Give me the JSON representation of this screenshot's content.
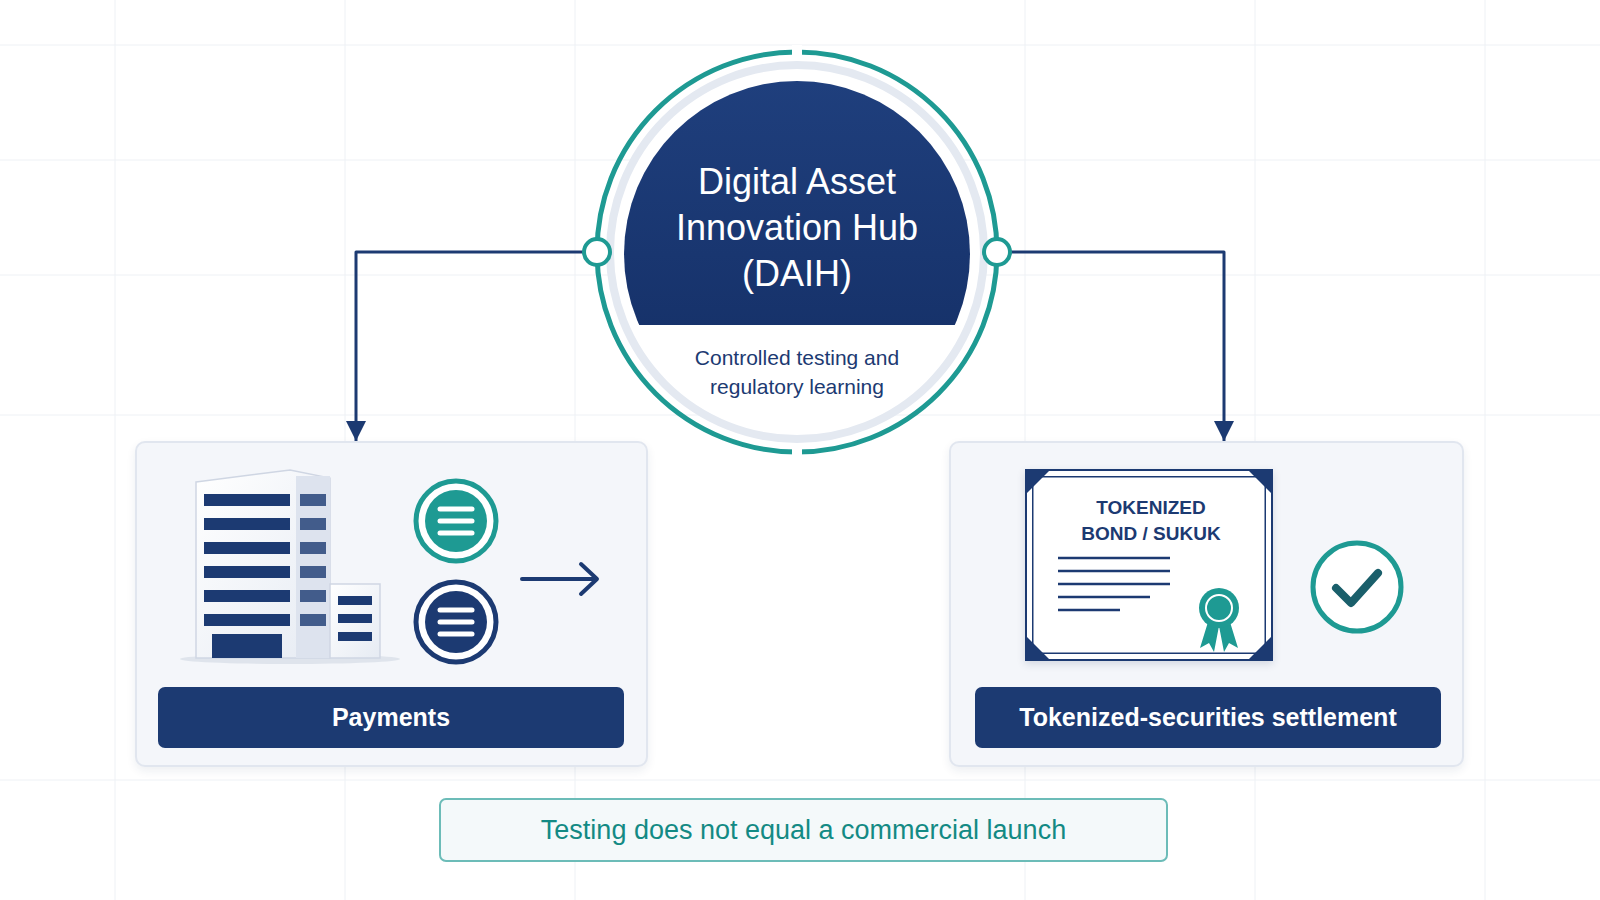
{
  "diagram": {
    "nodes": [
      {
        "text": [
          "Digital Asset Innovation Hub (DAIH)",
          "Controlled testing and regulatory learning"
        ]
      },
      {
        "text": [
          "Payments"
        ]
      },
      {
        "text": [
          "Tokenized-securities settlement"
        ]
      },
      {
        "text": [
          "TOKENIZED BOND / SUKUK"
        ],
        "in": 2
      },
      {
        "text": [
          "Testing does not equal a commercial launch"
        ]
      }
    ],
    "edges": [
      {
        "from": 0,
        "to": 1,
        "arrow": "to"
      },
      {
        "from": 0,
        "to": 2,
        "arrow": "to"
      }
    ]
  }
}
